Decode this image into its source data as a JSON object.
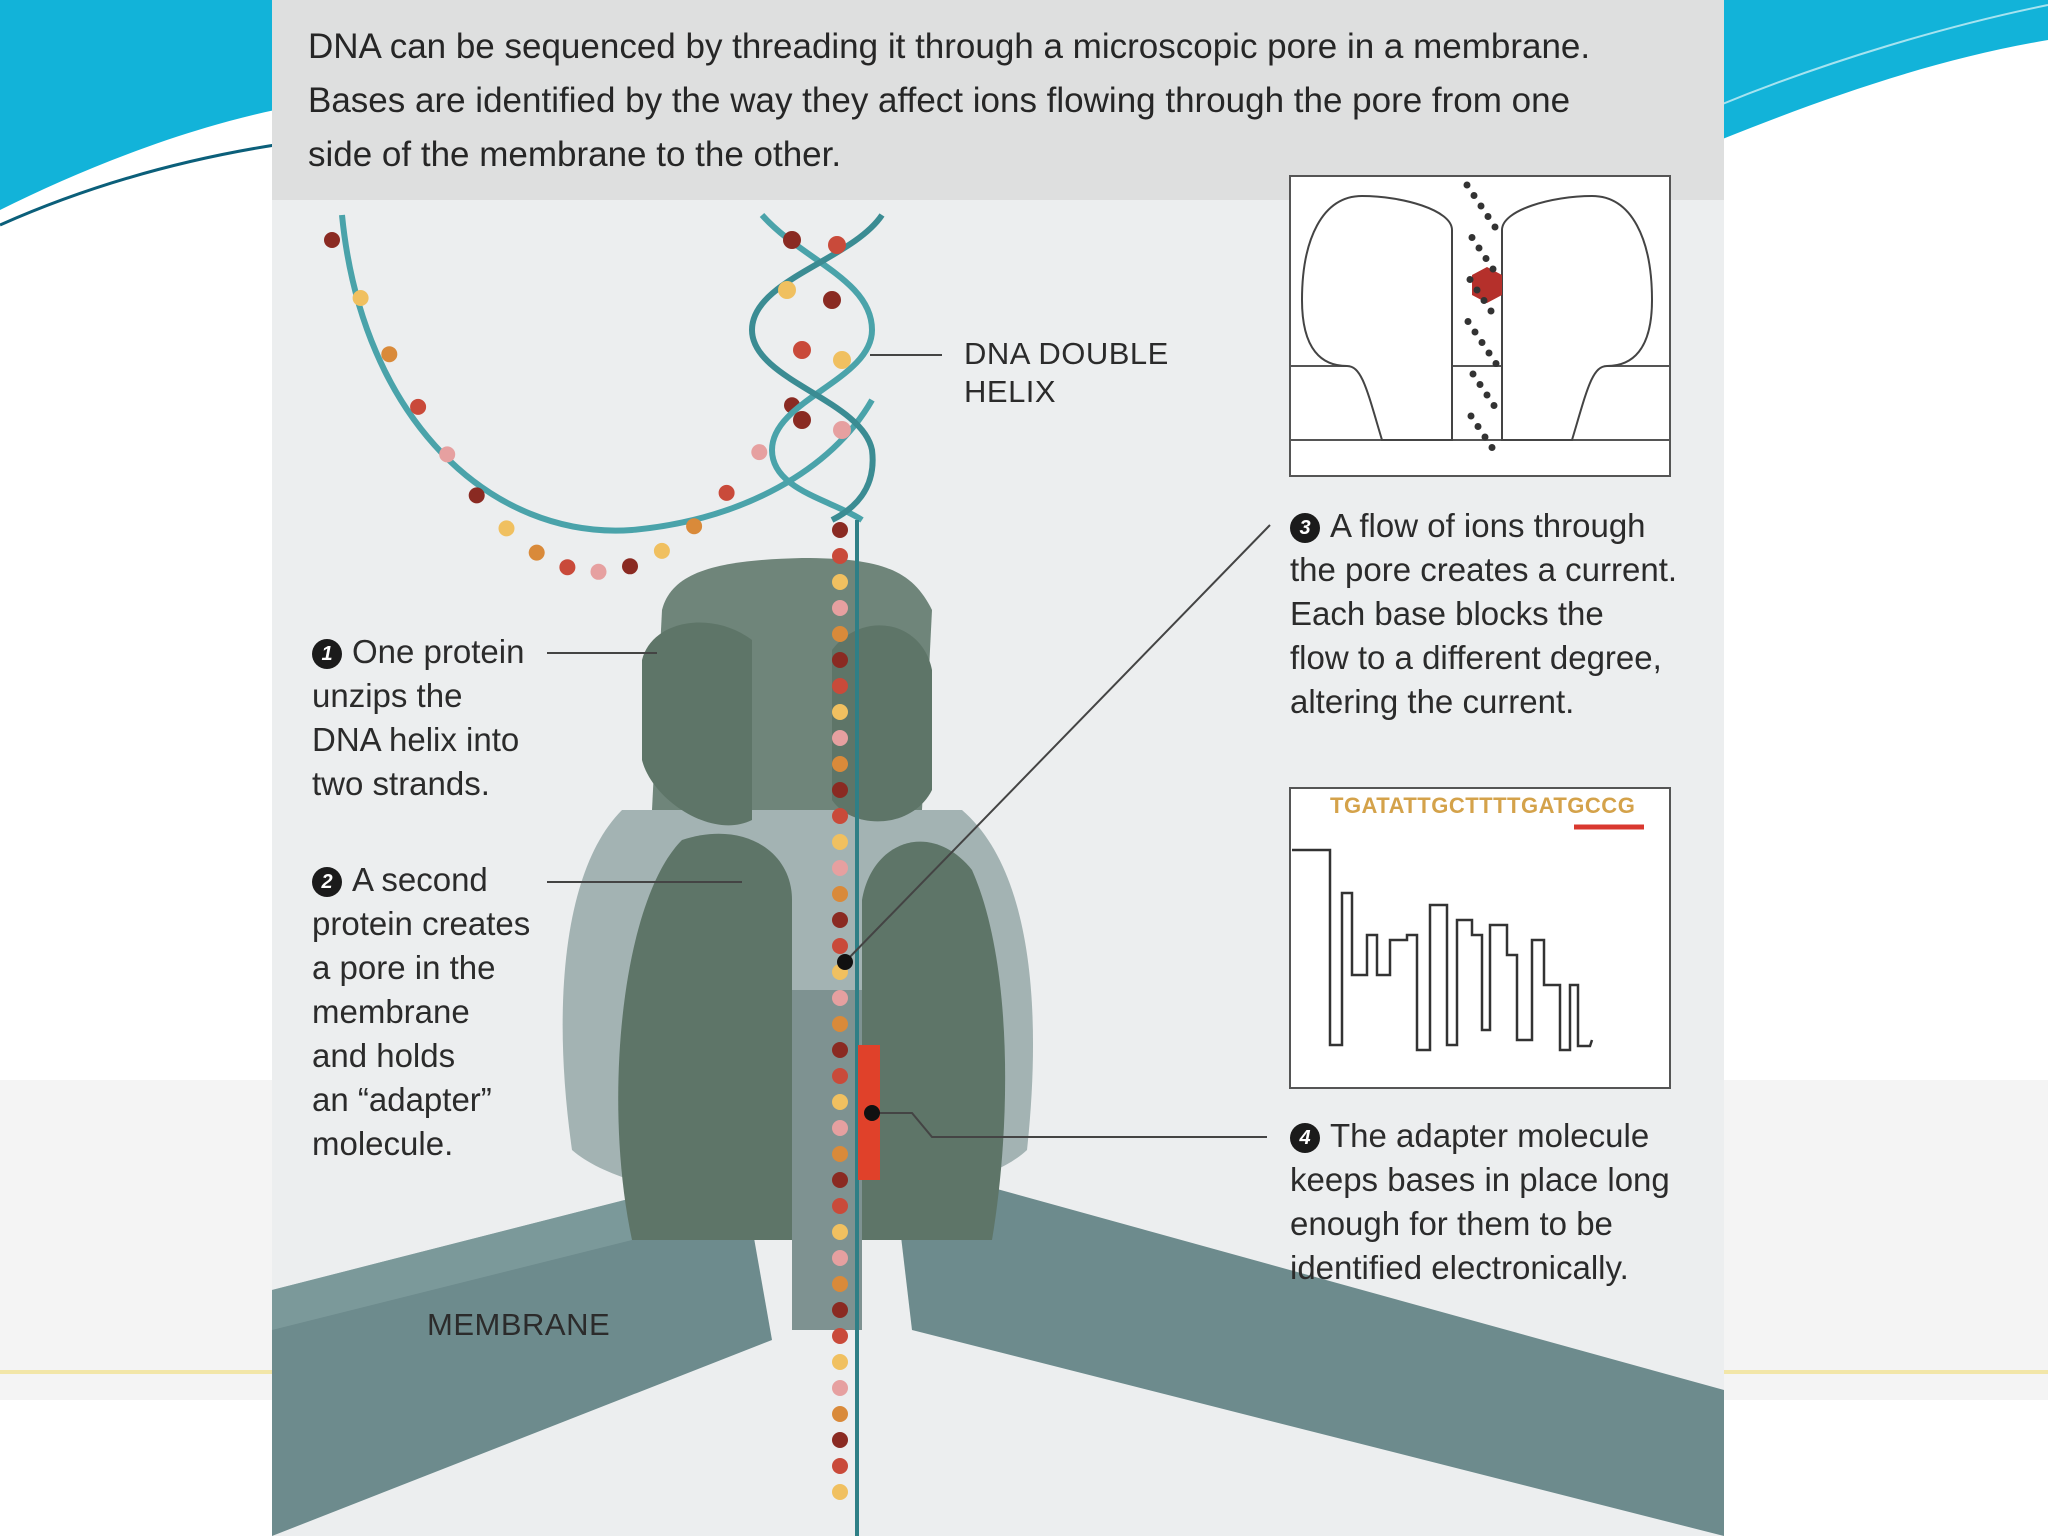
{
  "slide": {
    "accent_colors": [
      "#12b3d9",
      "#0b6f8f"
    ]
  },
  "figure": {
    "caption_lines": [
      "DNA can be sequenced by threading it through a microscopic pore in a membrane.",
      "Bases are identified by the way they affect ions flowing through the pore from one",
      "side of the membrane to the other."
    ],
    "labels": {
      "dna_double_helix": [
        "DNA DOUBLE",
        "HELIX"
      ],
      "membrane": "MEMBRANE"
    },
    "steps": [
      {
        "number": "1",
        "lines": [
          "One protein",
          "unzips the",
          "DNA helix into",
          "two strands."
        ]
      },
      {
        "number": "2",
        "lines": [
          "A second",
          "protein creates",
          "a pore in the",
          "membrane",
          "and holds",
          "an “adapter”",
          "molecule."
        ]
      },
      {
        "number": "3",
        "lines": [
          "A flow of ions through",
          "the pore creates a current.",
          "Each base blocks the",
          "flow to a different degree,",
          "altering the current."
        ]
      },
      {
        "number": "4",
        "lines": [
          "The adapter molecule",
          "keeps bases in place long",
          "enough for them to be",
          "identified electronically."
        ]
      }
    ],
    "sequence": "TGATATTGCTTTTGATGCCG",
    "colors": {
      "protein": "#5e7568",
      "membrane": "#6d8b8d",
      "helix_strand": "#4aa3aa",
      "adapter": "#e0412a",
      "base_dark": "#8a2a22",
      "base_light": "#f0c060"
    }
  }
}
